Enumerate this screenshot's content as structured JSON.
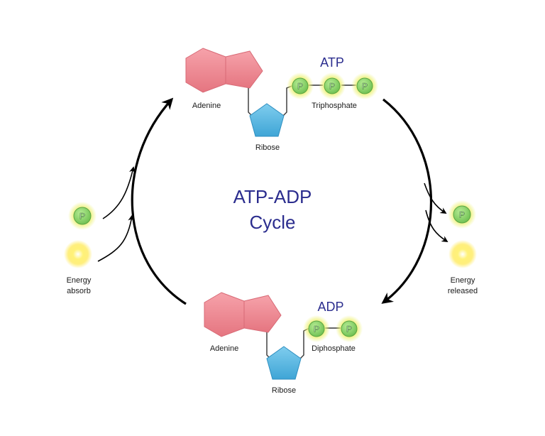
{
  "center": {
    "title_line1": "ATP-ADP",
    "title_line2": "Cycle"
  },
  "atp": {
    "title": "ATP",
    "adenine_label": "Adenine",
    "ribose_label": "Ribose",
    "phosphate_label": "Triphosphate",
    "phosphate_count": 3
  },
  "adp": {
    "title": "ADP",
    "adenine_label": "Adenine",
    "ribose_label": "Ribose",
    "phosphate_label": "Diphosphate",
    "phosphate_count": 2
  },
  "left_side": {
    "label_line1": "Energy",
    "label_line2": "absorb"
  },
  "right_side": {
    "label_line1": "Energy",
    "label_line2": "released"
  },
  "phosphate": {
    "symbol": "P"
  },
  "colors": {
    "title": "#2b2d8e",
    "adenine": "#f08a94",
    "ribose": "#5db9e2",
    "phosphate_fill": "#8ad36b",
    "phosphate_glow": "#eef27a",
    "sun": "#ffe84a",
    "arrow": "#000000"
  },
  "icons": {
    "adenine": "adenine-ring-icon",
    "ribose": "ribose-pentagon-icon",
    "phosphate": "phosphate-circle-icon",
    "energy": "sun-glow-icon"
  }
}
